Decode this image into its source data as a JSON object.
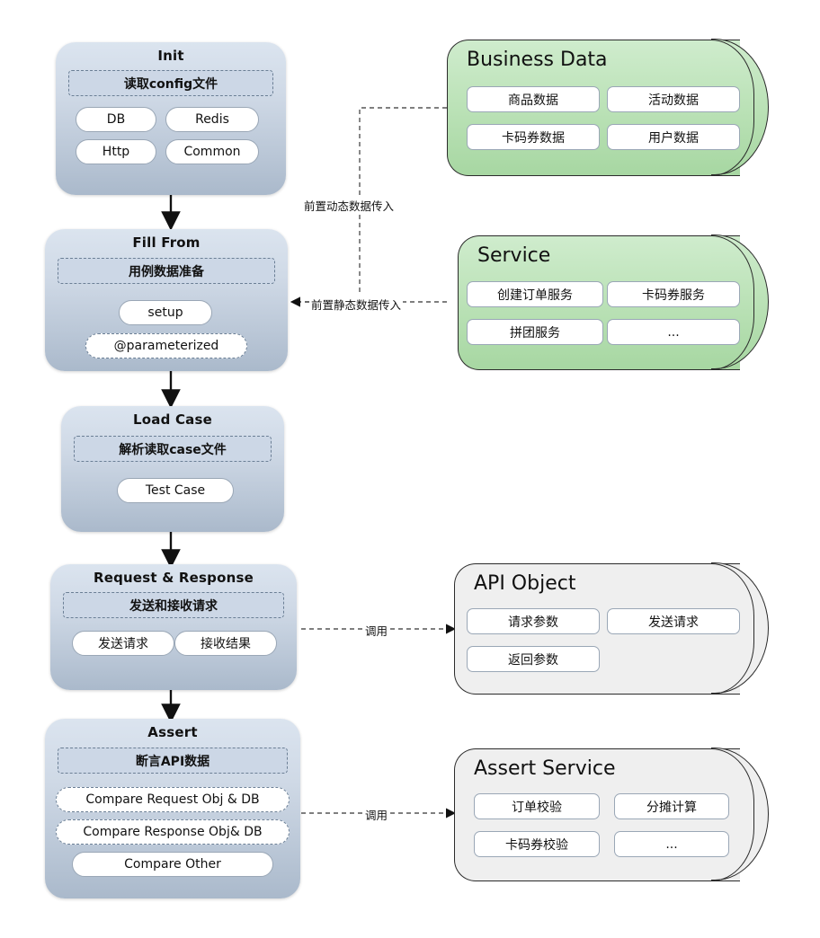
{
  "stages": [
    {
      "title": "Init",
      "band": "读取config文件",
      "items": [
        "DB",
        "Redis",
        "Http",
        "Common"
      ]
    },
    {
      "title": "Fill From",
      "band": "用例数据准备",
      "items": [
        "setup",
        "@parameterized"
      ]
    },
    {
      "title": "Load Case",
      "band": "解析读取case文件",
      "items": [
        "Test Case"
      ]
    },
    {
      "title": "Request & Response",
      "band": "发送和接收请求",
      "items": [
        "发送请求",
        "接收结果"
      ]
    },
    {
      "title": "Assert",
      "band": "断言API数据",
      "items": [
        "Compare Request Obj & DB",
        "Compare Response Obj& DB",
        "Compare Other"
      ]
    }
  ],
  "cylinders": [
    {
      "title": "Business Data",
      "items": [
        "商品数据",
        "活动数据",
        "卡码券数据",
        "用户数据"
      ]
    },
    {
      "title": "Service",
      "items": [
        "创建订单服务",
        "卡码券服务",
        "拼团服务",
        "..."
      ]
    },
    {
      "title": "API Object",
      "items": [
        "请求参数",
        "发送请求",
        "返回参数"
      ]
    },
    {
      "title": "Assert Service",
      "items": [
        "订单校验",
        "分摊计算",
        "卡码券校验",
        "..."
      ]
    }
  ],
  "connector_labels": {
    "dynamic": "前置动态数据传入",
    "static": "前置静态数据传入",
    "call_api": "调用",
    "call_assert": "调用"
  },
  "colors": {
    "green": "#bde3b9",
    "gray": "#efefef",
    "stage_blue": "#cfd9e6",
    "outline": "#2b2b2b"
  }
}
